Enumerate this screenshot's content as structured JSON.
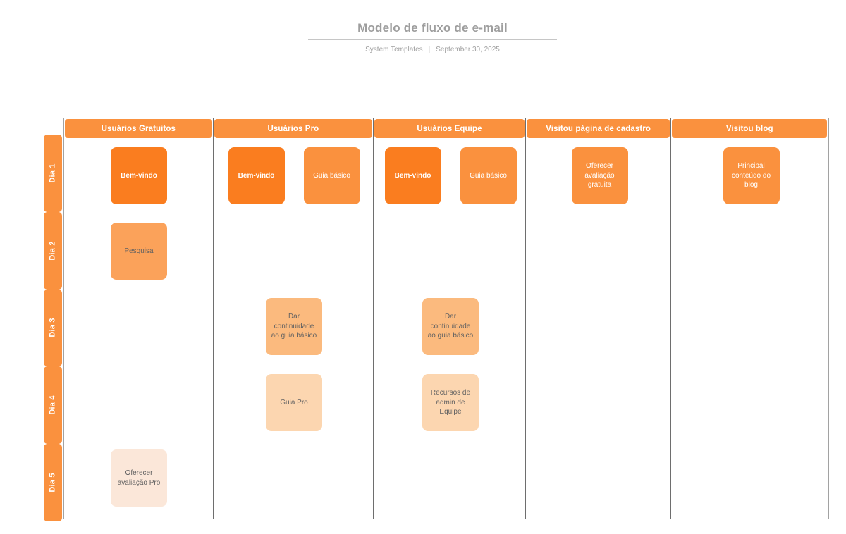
{
  "header": {
    "title": "Modelo de fluxo de e-mail",
    "source": "System Templates",
    "separator": "|",
    "date": "September 30, 2025"
  },
  "colors": {
    "header_bar": "#FA913E",
    "day_rail": "#FA913E",
    "grid_outer_line": "#A2A2A2",
    "grid_column_line": "#6E6E6E",
    "title_text": "#9E9E9E"
  },
  "variants": {
    "dark": {
      "bg": "#FA7D1F",
      "fg": "#FFFFFF",
      "bold": true
    },
    "medium": {
      "bg": "#FA913E",
      "fg": "#FFFFFF",
      "bold": false
    },
    "light": {
      "bg": "#FBA25A",
      "fg": "#616161",
      "bold": false
    },
    "lighter": {
      "bg": "#FBBA7E",
      "fg": "#616161",
      "bold": false
    },
    "pale": {
      "bg": "#FCD6B0",
      "fg": "#616161",
      "bold": false
    },
    "palest": {
      "bg": "#FBE7D9",
      "fg": "#616161",
      "bold": false
    }
  },
  "board": {
    "columns": [
      {
        "label": "Usuários Gratuitos"
      },
      {
        "label": "Usuários Pro"
      },
      {
        "label": "Usuários Equipe"
      },
      {
        "label": "Visitou página de cadastro"
      },
      {
        "label": "Visitou blog"
      }
    ],
    "rows": [
      {
        "label": "Dia 1"
      },
      {
        "label": "Dia 2"
      },
      {
        "label": "Dia 3"
      },
      {
        "label": "Dia 4"
      },
      {
        "label": "Dia 5"
      }
    ],
    "cards": [
      {
        "label": "Bem-vindo",
        "col": 0,
        "row": 0,
        "variant": "dark",
        "slot": "center"
      },
      {
        "label": "Pesquisa",
        "col": 0,
        "row": 1,
        "variant": "light",
        "slot": "center"
      },
      {
        "label": "Oferecer avaliação Pro",
        "col": 0,
        "row": 4,
        "variant": "palest",
        "slot": "center"
      },
      {
        "label": "Bem-vindo",
        "col": 1,
        "row": 0,
        "variant": "dark",
        "slot": "left"
      },
      {
        "label": "Guia básico",
        "col": 1,
        "row": 0,
        "variant": "medium",
        "slot": "right"
      },
      {
        "label": "Dar continuidade ao guia básico",
        "col": 1,
        "row": 2,
        "variant": "lighter",
        "slot": "center"
      },
      {
        "label": "Guia Pro",
        "col": 1,
        "row": 3,
        "variant": "pale",
        "slot": "center"
      },
      {
        "label": "Bem-vindo",
        "col": 2,
        "row": 0,
        "variant": "dark",
        "slot": "left"
      },
      {
        "label": "Guia básico",
        "col": 2,
        "row": 0,
        "variant": "medium",
        "slot": "right"
      },
      {
        "label": "Dar continuidade ao guia básico",
        "col": 2,
        "row": 2,
        "variant": "lighter",
        "slot": "center"
      },
      {
        "label": "Recursos de admin de Equipe",
        "col": 2,
        "row": 3,
        "variant": "pale",
        "slot": "center"
      },
      {
        "label": "Oferecer avaliação gratuita",
        "col": 3,
        "row": 0,
        "variant": "medium",
        "slot": "center"
      },
      {
        "label": "Principal conteúdo do blog",
        "col": 4,
        "row": 0,
        "variant": "medium",
        "slot": "center"
      }
    ]
  }
}
